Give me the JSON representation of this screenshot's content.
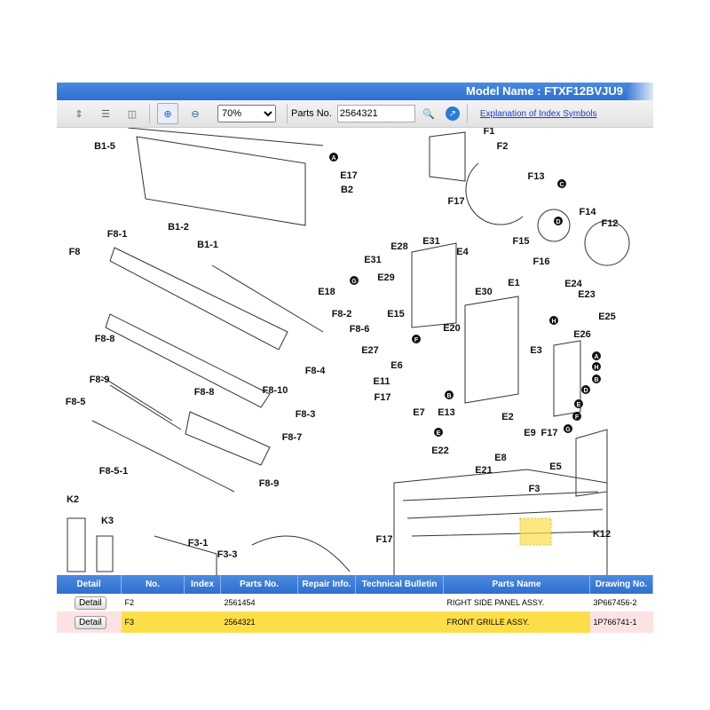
{
  "header": {
    "model_name": "Model Name : FTXF12BVJU9"
  },
  "toolbar": {
    "zoom_value": "70%",
    "parts_no_label": "Parts No.",
    "parts_no_value": "2564321",
    "explanation_link": "Explanation of Index Symbols"
  },
  "diagram": {
    "callouts": [
      "B1-5",
      "E17",
      "B2",
      "F1",
      "F2",
      "F13",
      "F17",
      "F14",
      "F12",
      "F15",
      "F16",
      "B1-2",
      "B1-1",
      "F8",
      "F8-1",
      "E28",
      "E31",
      "E31",
      "E4",
      "E29",
      "E18",
      "E30",
      "E1",
      "E24",
      "E23",
      "F8-2",
      "E15",
      "E25",
      "E20",
      "F8-6",
      "E27",
      "E26",
      "E3",
      "F8-8",
      "F8-4",
      "E6",
      "E11",
      "F8-10",
      "F8-9",
      "F8-5",
      "F8-8",
      "F17",
      "E7",
      "E13",
      "E2",
      "E9",
      "F17",
      "F8-3",
      "F8-7",
      "E22",
      "E8",
      "E21",
      "E5",
      "F8-5-1",
      "F8-9",
      "F3",
      "K2",
      "K3",
      "F3-1",
      "F3-3",
      "F17",
      "K12"
    ],
    "markers": [
      "A",
      "G",
      "C",
      "D",
      "F",
      "B",
      "E",
      "H",
      "A",
      "H",
      "B",
      "D",
      "E",
      "F",
      "G"
    ]
  },
  "table": {
    "headers": [
      "Detail",
      "No.",
      "Index",
      "Parts No.",
      "Repair Info.",
      "Technical Bulletin",
      "Parts Name",
      "Drawing No."
    ],
    "rows": [
      {
        "detail": "Detail",
        "no": "F2",
        "index": "",
        "parts_no": "2561454",
        "repair": "",
        "bulletin": "",
        "name": "RIGHT SIDE PANEL ASSY.",
        "drawing": "3P667456-2"
      },
      {
        "detail": "Detail",
        "no": "F3",
        "index": "",
        "parts_no": "2564321",
        "repair": "",
        "bulletin": "",
        "name": "FRONT GRILLE ASSY.",
        "drawing": "1P766741-1"
      }
    ]
  },
  "colors": {
    "header_blue": "#3b7dd8",
    "selected_row": "#fcdf48",
    "selected_pink": "#fde2e4"
  }
}
